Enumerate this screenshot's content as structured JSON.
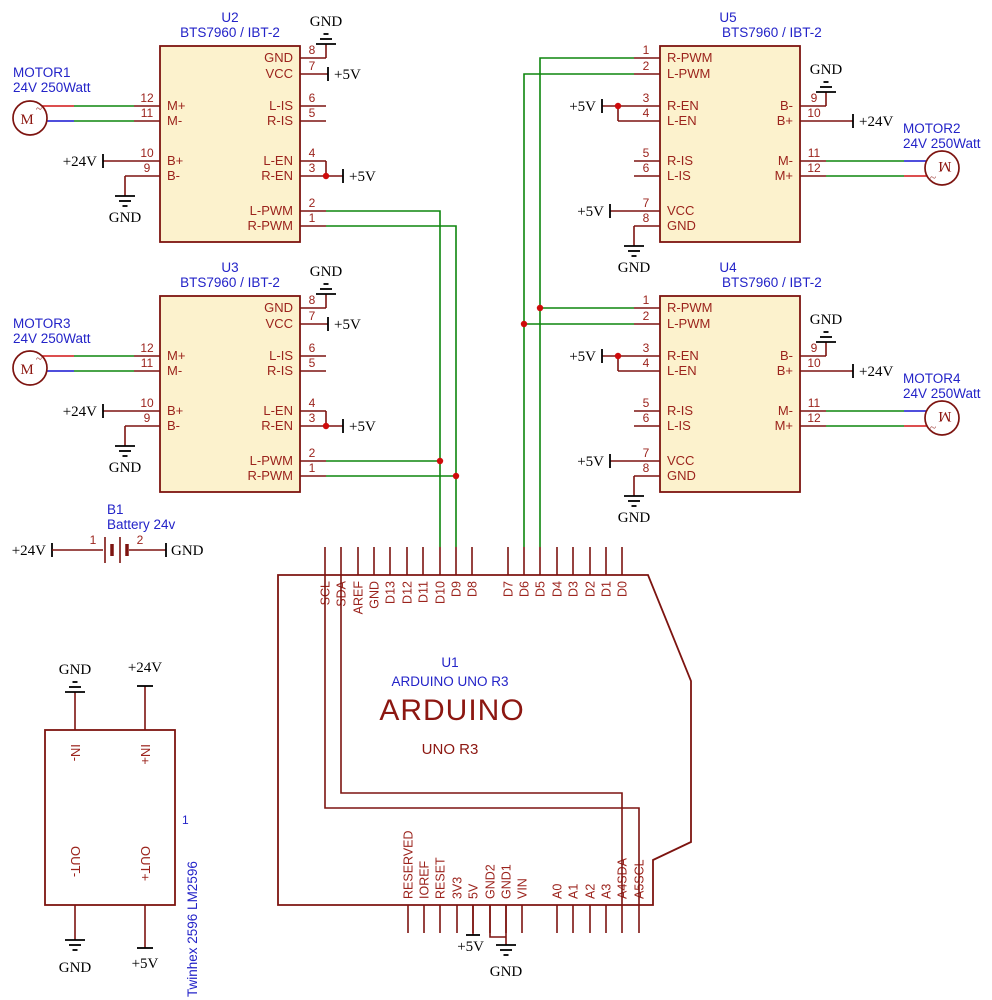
{
  "colors": {
    "body_fill": "#fcf2cd",
    "outline": "#7d1410",
    "pin_text": "#9b231c",
    "signal_wire": "#0e860e",
    "designator_blue": "#2323c8",
    "junction_dot": "#cf0b0b",
    "power_text": "#000000"
  },
  "power": {
    "gnd": "GND",
    "p5": "+5V",
    "p24": "+24V"
  },
  "drivers": {
    "u2": {
      "ref": "U2",
      "part": "BTS7960 / IBT-2",
      "right": [
        {
          "num": "8",
          "name": "GND"
        },
        {
          "num": "7",
          "name": "VCC"
        },
        {
          "num": "6",
          "name": "L-IS"
        },
        {
          "num": "5",
          "name": "R-IS"
        },
        {
          "num": "4",
          "name": "L-EN"
        },
        {
          "num": "3",
          "name": "R-EN"
        },
        {
          "num": "2",
          "name": "L-PWM"
        },
        {
          "num": "1",
          "name": "R-PWM"
        }
      ],
      "left": [
        {
          "num": "12",
          "name": "M+"
        },
        {
          "num": "11",
          "name": "M-"
        },
        {
          "num": "10",
          "name": "B+"
        },
        {
          "num": "9",
          "name": "B-"
        }
      ]
    },
    "u3": {
      "ref": "U3",
      "part": "BTS7960 / IBT-2",
      "right": [
        {
          "num": "8",
          "name": "GND"
        },
        {
          "num": "7",
          "name": "VCC"
        },
        {
          "num": "6",
          "name": "L-IS"
        },
        {
          "num": "5",
          "name": "R-IS"
        },
        {
          "num": "4",
          "name": "L-EN"
        },
        {
          "num": "3",
          "name": "R-EN"
        },
        {
          "num": "2",
          "name": "L-PWM"
        },
        {
          "num": "1",
          "name": "R-PWM"
        }
      ],
      "left": [
        {
          "num": "12",
          "name": "M+"
        },
        {
          "num": "11",
          "name": "M-"
        },
        {
          "num": "10",
          "name": "B+"
        },
        {
          "num": "9",
          "name": "B-"
        }
      ]
    },
    "u5": {
      "ref": "U5",
      "part": "BTS7960 / IBT-2",
      "left": [
        {
          "num": "1",
          "name": "R-PWM"
        },
        {
          "num": "2",
          "name": "L-PWM"
        },
        {
          "num": "3",
          "name": "R-EN"
        },
        {
          "num": "4",
          "name": "L-EN"
        },
        {
          "num": "5",
          "name": "R-IS"
        },
        {
          "num": "6",
          "name": "L-IS"
        },
        {
          "num": "7",
          "name": "VCC"
        },
        {
          "num": "8",
          "name": "GND"
        }
      ],
      "right": [
        {
          "num": "9",
          "name": "B-"
        },
        {
          "num": "10",
          "name": "B+"
        },
        {
          "num": "11",
          "name": "M-"
        },
        {
          "num": "12",
          "name": "M+"
        }
      ]
    },
    "u4": {
      "ref": "U4",
      "part": "BTS7960 / IBT-2",
      "left": [
        {
          "num": "1",
          "name": "R-PWM"
        },
        {
          "num": "2",
          "name": "L-PWM"
        },
        {
          "num": "3",
          "name": "R-EN"
        },
        {
          "num": "4",
          "name": "L-EN"
        },
        {
          "num": "5",
          "name": "R-IS"
        },
        {
          "num": "6",
          "name": "L-IS"
        },
        {
          "num": "7",
          "name": "VCC"
        },
        {
          "num": "8",
          "name": "GND"
        }
      ],
      "right": [
        {
          "num": "9",
          "name": "B-"
        },
        {
          "num": "10",
          "name": "B+"
        },
        {
          "num": "11",
          "name": "M-"
        },
        {
          "num": "12",
          "name": "M+"
        }
      ]
    }
  },
  "motors": {
    "symbol": "M",
    "ac": "~",
    "m1": {
      "ref": "MOTOR1",
      "rating": "24V 250Watt"
    },
    "m2": {
      "ref": "MOTOR2",
      "rating": "24V 250Watt"
    },
    "m3": {
      "ref": "MOTOR3",
      "rating": "24V 250Watt"
    },
    "m4": {
      "ref": "MOTOR4",
      "rating": "24V 250Watt"
    }
  },
  "battery": {
    "ref": "B1",
    "desc": "Battery 24v",
    "pin1": "1",
    "pin2": "2"
  },
  "regulator": {
    "part": "Twinhex 2596 LM2596",
    "num": "1",
    "in_minus": "IN-",
    "in_plus": "IN+",
    "out_minus": "OUT-",
    "out_plus": "OUT+"
  },
  "arduino": {
    "ref": "U1",
    "part": "ARDUINO UNO R3",
    "brand": "ARDUINO",
    "model": "UNO R3",
    "top_pins": [
      "SCL",
      "SDA",
      "AREF",
      "GND",
      "D13",
      "D12",
      "D11",
      "D10",
      "D9",
      "D8",
      "D7",
      "D6",
      "D5",
      "D4",
      "D3",
      "D2",
      "D1",
      "D0"
    ],
    "bottom_pins": [
      "RESERVED",
      "IOREF",
      "RESET",
      "3V3",
      "5V",
      "GND2",
      "GND1",
      "VIN",
      "A0",
      "A1",
      "A2",
      "A3",
      "A4SDA",
      "A5SCL"
    ]
  }
}
